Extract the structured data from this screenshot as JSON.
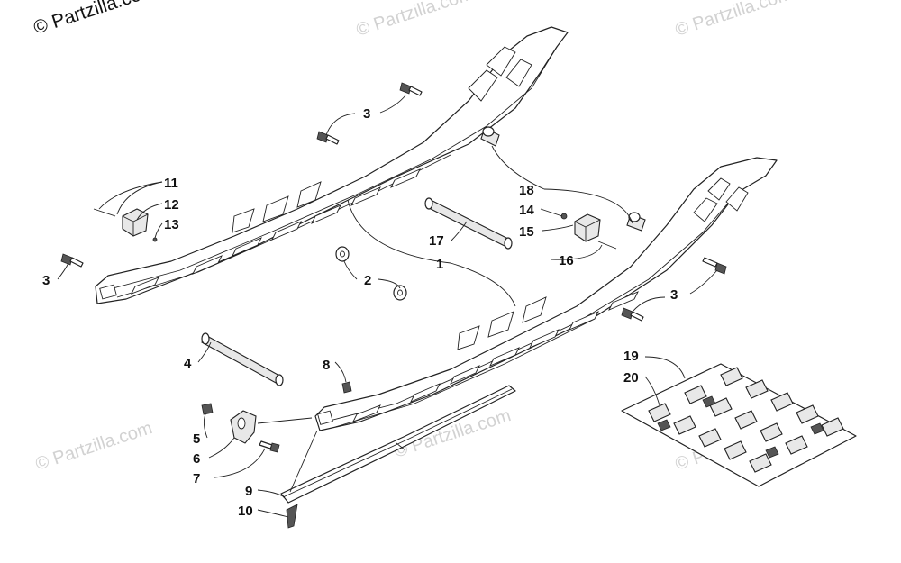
{
  "watermarks": {
    "top_left": "© Partzilla.com",
    "top_center": "© Partzilla.com",
    "top_right": "© Partzilla.com",
    "bottom_left": "© Partzilla.com",
    "bottom_center": "© Partzilla.com",
    "bottom_right": "© Partzilla.com"
  },
  "callouts": {
    "c1": "1",
    "c2": "2",
    "c3a": "3",
    "c3b": "3",
    "c3c": "3",
    "c4": "4",
    "c5": "5",
    "c6": "6",
    "c7": "7",
    "c8": "8",
    "c9": "9",
    "c10": "10",
    "c11": "11",
    "c12": "12",
    "c13": "13",
    "c14": "14",
    "c15": "15",
    "c16": "16",
    "c17": "17",
    "c18": "18",
    "c19": "19",
    "c20": "20"
  }
}
